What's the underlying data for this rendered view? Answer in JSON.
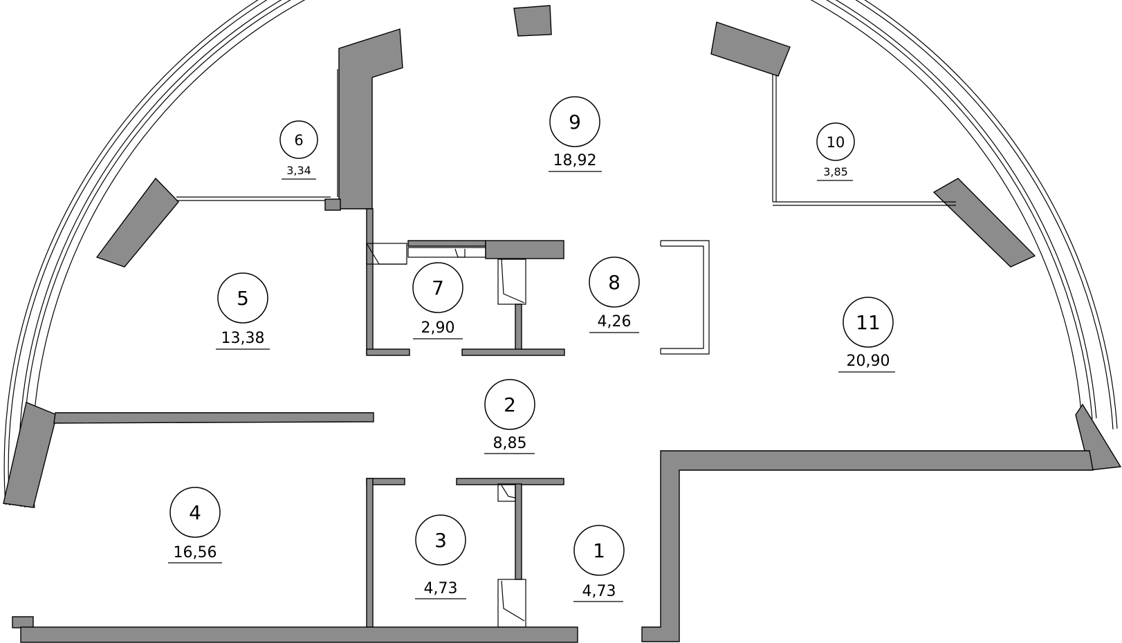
{
  "rooms": [
    {
      "id": "1",
      "number": "1",
      "area": "4,73"
    },
    {
      "id": "2",
      "number": "2",
      "area": "8,85"
    },
    {
      "id": "3",
      "number": "3",
      "area": "4,73"
    },
    {
      "id": "4",
      "number": "4",
      "area": "16,56"
    },
    {
      "id": "5",
      "number": "5",
      "area": "13,38"
    },
    {
      "id": "6",
      "number": "6",
      "area": "3,34"
    },
    {
      "id": "7",
      "number": "7",
      "area": "2,90"
    },
    {
      "id": "8",
      "number": "8",
      "area": "4,26"
    },
    {
      "id": "9",
      "number": "9",
      "area": "18,92"
    },
    {
      "id": "10",
      "number": "10",
      "area": "3,85"
    },
    {
      "id": "11",
      "number": "11",
      "area": "20,90"
    }
  ],
  "colors": {
    "wall": "#8c8c8c",
    "line": "#000000",
    "background": "#ffffff"
  }
}
